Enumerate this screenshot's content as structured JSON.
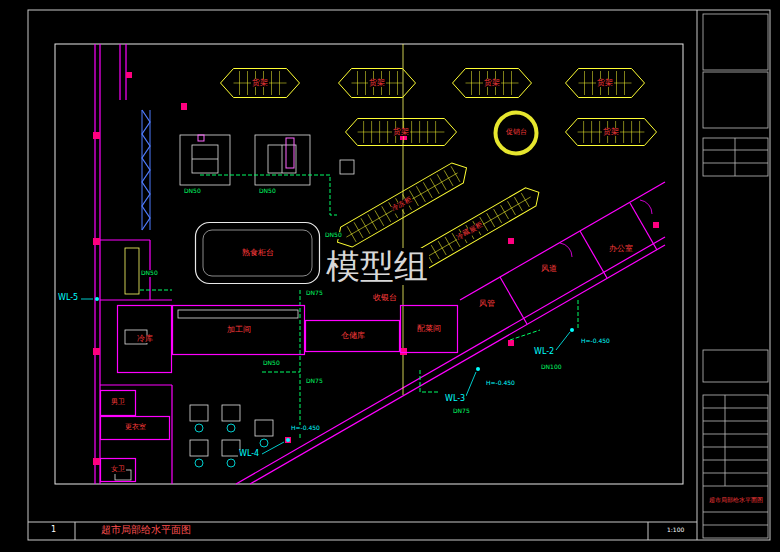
{
  "diagram": {
    "title": "超市局部给水平面图",
    "nodes": [
      {
        "text": [
          "货架"
        ]
      },
      {
        "text": [
          "货架"
        ]
      },
      {
        "text": [
          "货架"
        ]
      },
      {
        "text": [
          "货架"
        ]
      },
      {
        "text": [
          "货架"
        ]
      },
      {
        "text": [
          "促销台"
        ]
      },
      {
        "text": [
          "货架"
        ]
      },
      {
        "text": [
          "熟食柜台"
        ]
      },
      {
        "text": [
          "冷冻柜"
        ]
      },
      {
        "text": [
          "冷藏展柜"
        ]
      },
      {
        "text": [
          "冷库"
        ]
      },
      {
        "text": [
          "加工间"
        ]
      },
      {
        "text": [
          "仓储库"
        ]
      },
      {
        "text": [
          "配菜间"
        ]
      },
      {
        "text": [
          "男卫"
        ]
      },
      {
        "text": [
          "更衣室"
        ]
      },
      {
        "text": [
          "女卫"
        ]
      }
    ],
    "labels": [
      "模型组",
      "WL-5",
      "WL-4",
      "WL-3",
      "WL-2",
      "DN75",
      "DN75",
      "DN75",
      "DN50",
      "DN50",
      "DN50",
      "DN50",
      "DN50",
      "DN100",
      "H=-0.450",
      "H=-0.450",
      "H=-0.450",
      "风道",
      "风管",
      "收银台",
      "办公室",
      "1",
      "1:100",
      "超市局部给水平面图"
    ]
  }
}
